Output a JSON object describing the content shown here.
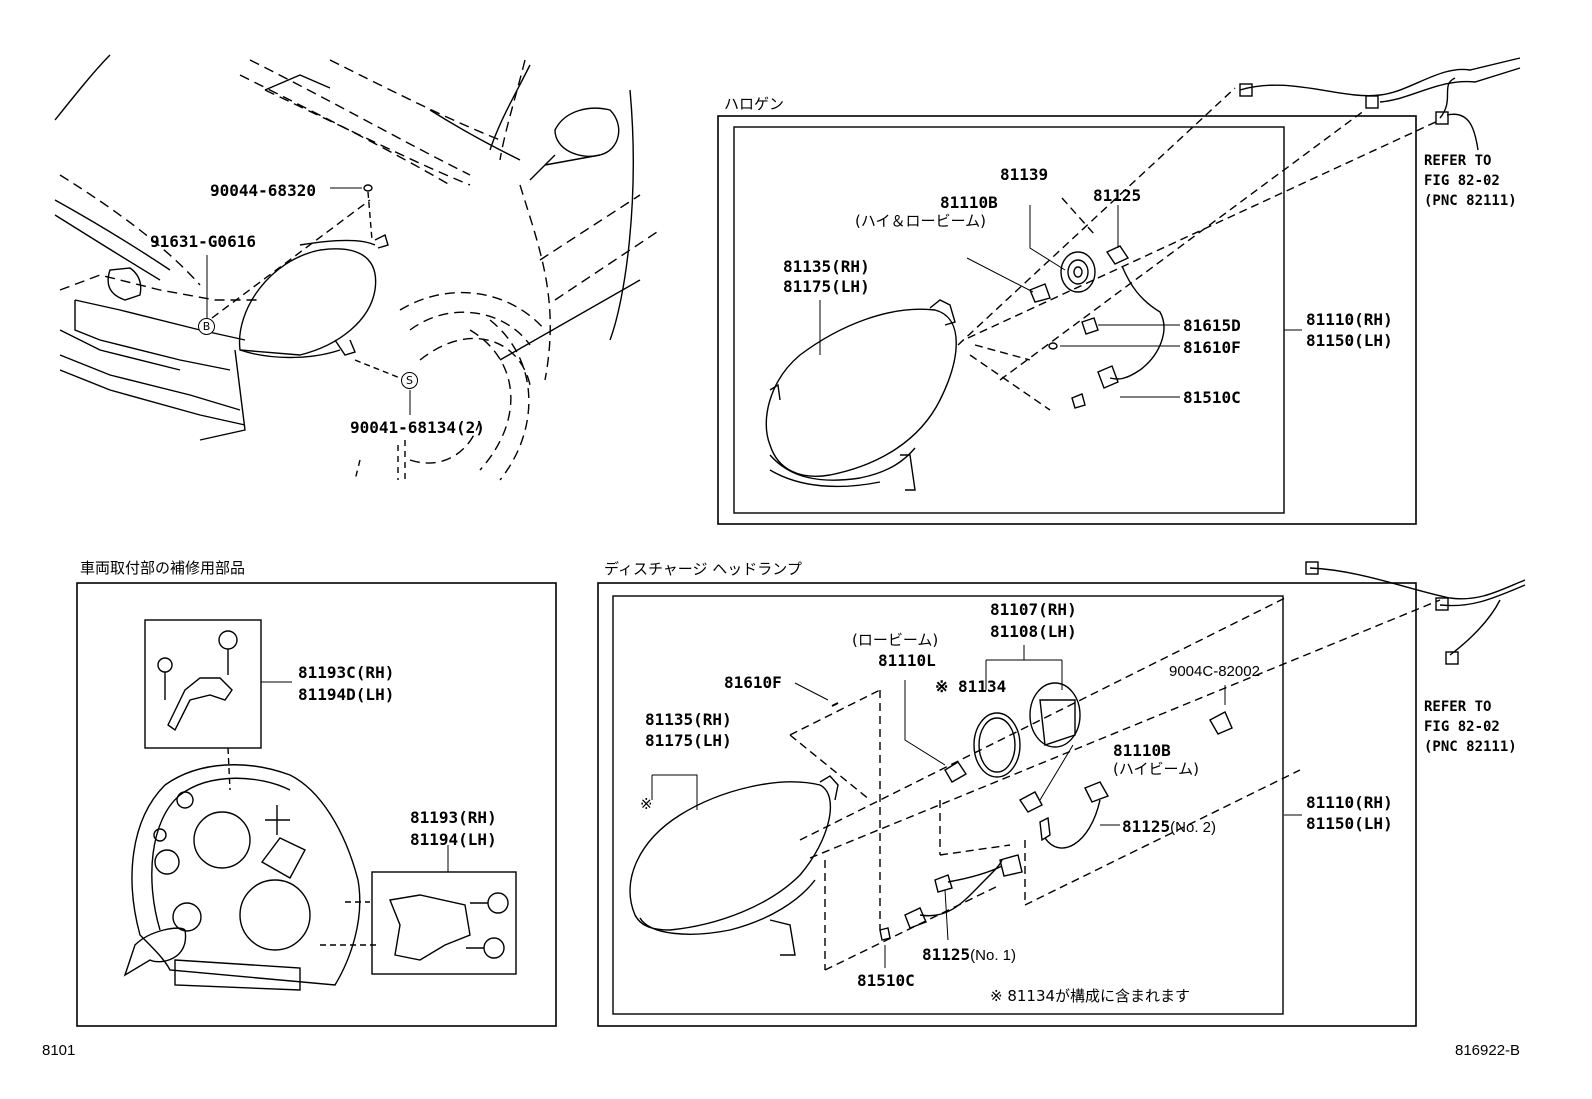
{
  "overview": {
    "callout_1": "90044-68320",
    "callout_2": "91631-G0616",
    "callout_3": "90041-68134(2)",
    "marker_b": "B",
    "marker_s": "S"
  },
  "halogen": {
    "title": "ハロゲン",
    "p81139": "81139",
    "p81110b": "81110B",
    "p81110b_note": "(ハイ＆ロービーム)",
    "p81125": "81125",
    "p81135": "81135(RH)",
    "p81175": "81175(LH)",
    "p81615d": "81615D",
    "p81610f": "81610F",
    "p81510c": "81510C",
    "p81110": "81110(RH)",
    "p81150": "81150(LH)",
    "refer_1": "REFER TO",
    "refer_2": "FIG 82-02",
    "refer_3": "(PNC 82111)"
  },
  "repair": {
    "title": "車両取付部の補修用部品",
    "p81193c": "81193C(RH)",
    "p81194d": "81194D(LH)",
    "p81193": "81193(RH)",
    "p81194": "81194(LH)"
  },
  "discharge": {
    "title": "ディスチャージ ヘッドランプ",
    "p81107": "81107(RH)",
    "p81108": "81108(LH)",
    "p81110l_note": "(ロービーム)",
    "p81110l": "81110L",
    "p81134": "※ 81134",
    "p81610f": "81610F",
    "p9004c": "9004C-82002",
    "p81135": "81135(RH)",
    "p81175": "81175(LH)",
    "mark": "※",
    "p81110b": "81110B",
    "p81110b_note": "(ハイビーム)",
    "p81125_2": "81125",
    "p81125_2_suffix": "(No. 2)",
    "p81110": "81110(RH)",
    "p81150": "81150(LH)",
    "p81125_1": "81125",
    "p81125_1_suffix": "(No. 1)",
    "p81510c": "81510C",
    "footnote": "※ 81134が構成に含まれます",
    "refer_1": "REFER TO",
    "refer_2": "FIG 82-02",
    "refer_3": "(PNC 82111)"
  },
  "footer": {
    "page_left": "8101",
    "page_right": "816922-B"
  }
}
